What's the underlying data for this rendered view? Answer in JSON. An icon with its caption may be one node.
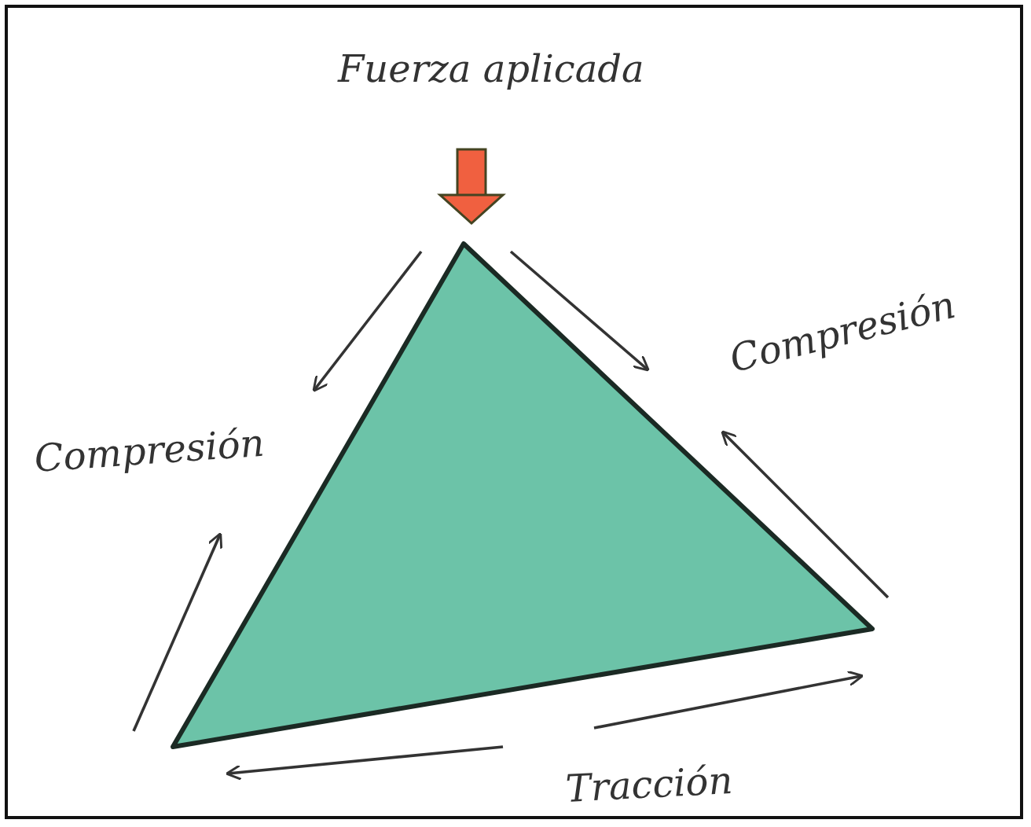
{
  "diagram": {
    "labels": [
      "Fuerza aplicada",
      "Compresión",
      "Compresión",
      "Tracción"
    ]
  }
}
